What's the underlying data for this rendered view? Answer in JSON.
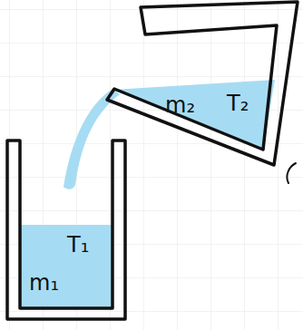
{
  "diagram": {
    "labels": [
      "T₁",
      "m₁",
      "m₂",
      "T₂"
    ]
  }
}
